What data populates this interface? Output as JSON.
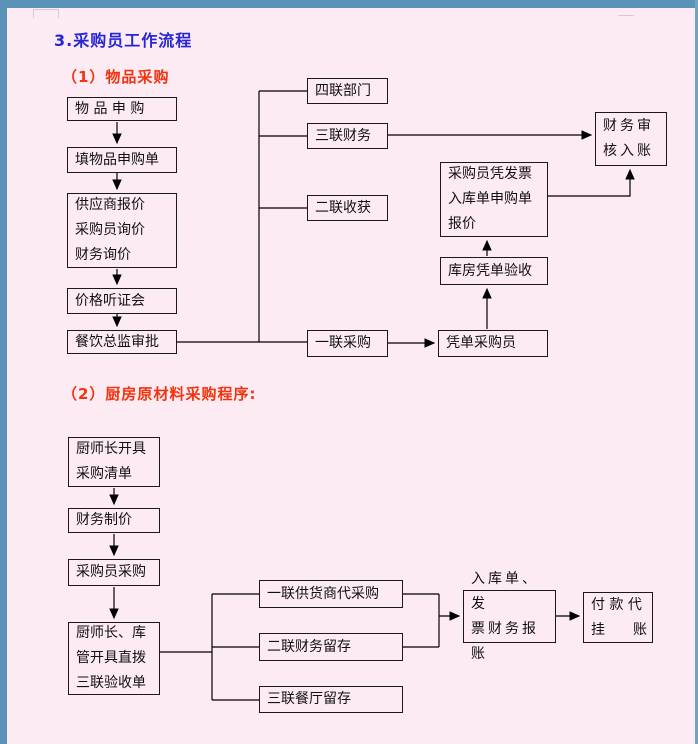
{
  "doc": {
    "title": "3.采购员工作流程"
  },
  "section1": {
    "heading": "（1）物品采购",
    "steps": {
      "request": "物 品 申 购",
      "fill_form": "填物品申购单",
      "quotes": "供应商报价\n采购员询价\n财务询价",
      "hearing": "价格听证会",
      "approval": "餐饮总监审批"
    },
    "copies": {
      "copy4": "四联部门",
      "copy3": "三联财务",
      "copy2": "二联收获",
      "copy1": "一联采购"
    },
    "right": {
      "finance_audit": "财务审\n核入账",
      "purchaser_docs": "采购员凭发票\n入库单申购单\n报价",
      "warehouse_check": "库房凭单验收",
      "voucher_purchaser": "凭单采购员"
    }
  },
  "section2": {
    "heading": "（2）厨房原材料采购程序:",
    "steps": {
      "chef_list": "厨师长开具\n采购清单",
      "finance_pricing": "财务制价",
      "purchaser_buy": "采购员采购",
      "acceptance_form": "厨师长、库\n管开具直拨\n三联验收单"
    },
    "copies": {
      "copy1": "一联供货商代采购",
      "copy2": "二联财务留存",
      "copy3": "三联餐厅留存"
    },
    "right": {
      "reimburse": "入库单、发\n票财务报账",
      "payment": "付 款 代\n挂　　账"
    }
  },
  "colors": {
    "page_background": "#fdebf4",
    "frame_blue": "#5b92b8",
    "title_blue": "#2626d8",
    "heading_red": "#f2330d",
    "box_border": "#1a1a1a"
  }
}
